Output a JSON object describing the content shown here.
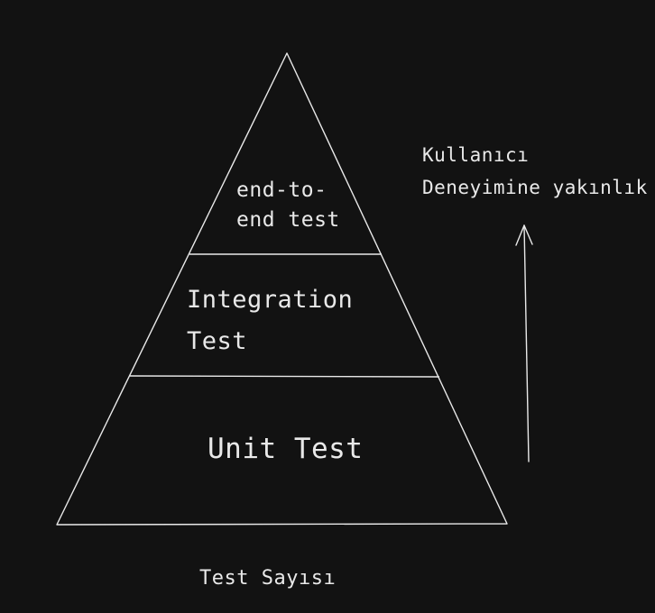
{
  "pyramid": {
    "layers": [
      {
        "id": "e2e",
        "label": "end-to-\nend test"
      },
      {
        "id": "integration",
        "label": "Integration\nTest"
      },
      {
        "id": "unit",
        "label": "Unit Test"
      }
    ]
  },
  "axis": {
    "arrow_label": "Kullanıcı\nDeneyimine yakınlık"
  },
  "bottom_label": "Test Sayısı",
  "colors": {
    "background": "#121212",
    "stroke": "#e9e9e9",
    "text": "#e9e9e9"
  }
}
